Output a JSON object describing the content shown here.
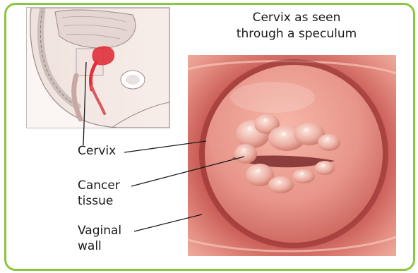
{
  "title": {
    "line1": "Cervix as seen",
    "line2": "through a speculum"
  },
  "labels": {
    "cervix": "Cervix",
    "cancer_line1": "Cancer",
    "cancer_line2": "tissue",
    "wall_line1": "Vaginal",
    "wall_line2": "wall"
  },
  "colors": {
    "frame_border": "#8cc63f",
    "tissue_pink": "#e8958a",
    "highlight_red": "#e0303a",
    "sketch_line": "#8a7a78"
  }
}
